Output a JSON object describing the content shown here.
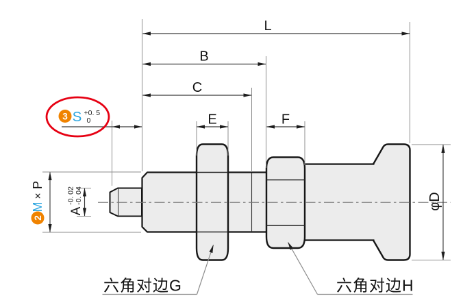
{
  "labels": {
    "dim_l": "L",
    "dim_b": "B",
    "dim_c": "C",
    "dim_e": "E",
    "dim_f": "F",
    "stroke_callout": {
      "badge": "3",
      "symbol": "S",
      "tol_upper": "+0. 5",
      "tol_lower": "0"
    },
    "thread_callout": {
      "badge": "2",
      "symbol": "M",
      "times": "×",
      "pitch": "P"
    },
    "pin_dia_callout": {
      "symbol": "A",
      "tol_upper": "-0. 02",
      "tol_lower": "-0. 04"
    },
    "knob_dia_callout": "φD",
    "hex_flats_g": "六角对边G",
    "hex_flats_h": "六角对边H"
  },
  "colors": {
    "accent_orange": "#f08300",
    "accent_blue": "#2ca6e0",
    "highlight_red": "#e60012",
    "part_fill": "#ececec",
    "outline": "#161616",
    "dim_line": "#3c3c3c",
    "ext_line": "#8c8c8c",
    "centerline": "#787878"
  }
}
